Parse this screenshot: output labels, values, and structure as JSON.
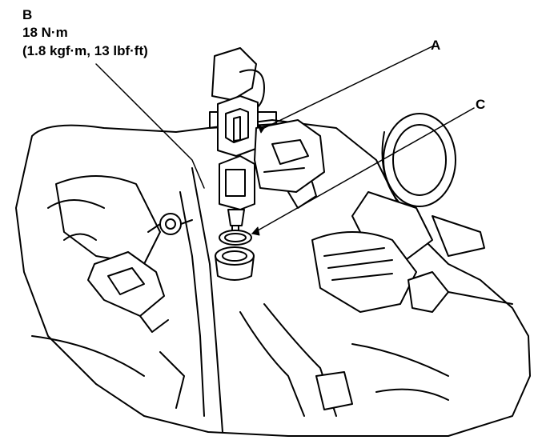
{
  "callouts": {
    "b_letter": "B",
    "b_torque_line1": "18 N·m",
    "b_torque_line2": "(1.8 kgf·m, 13 lbf·ft)",
    "a_letter": "A",
    "c_letter": "C"
  },
  "colors": {
    "ink": "#000000",
    "paper": "#ffffff"
  }
}
